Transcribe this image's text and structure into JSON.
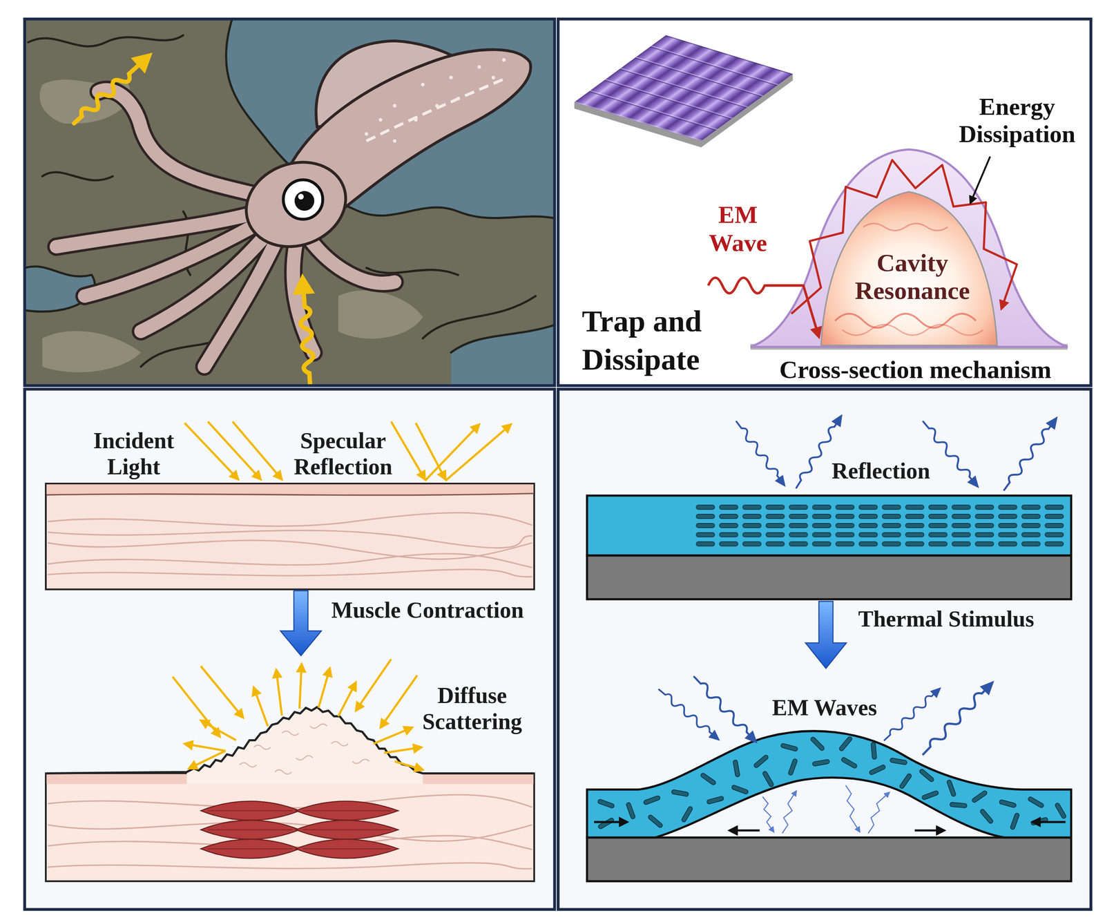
{
  "diagram": {
    "labels": [
      "Energy Dissipation",
      "EM Wave",
      "Cavity Resonance",
      "Trap and Dissipate",
      "Cross-section mechanism",
      "Incident Light",
      "Specular Reflection",
      "Muscle Contraction",
      "Diffuse Scattering",
      "Reflection",
      "Thermal Stimulus",
      "EM Waves"
    ]
  }
}
